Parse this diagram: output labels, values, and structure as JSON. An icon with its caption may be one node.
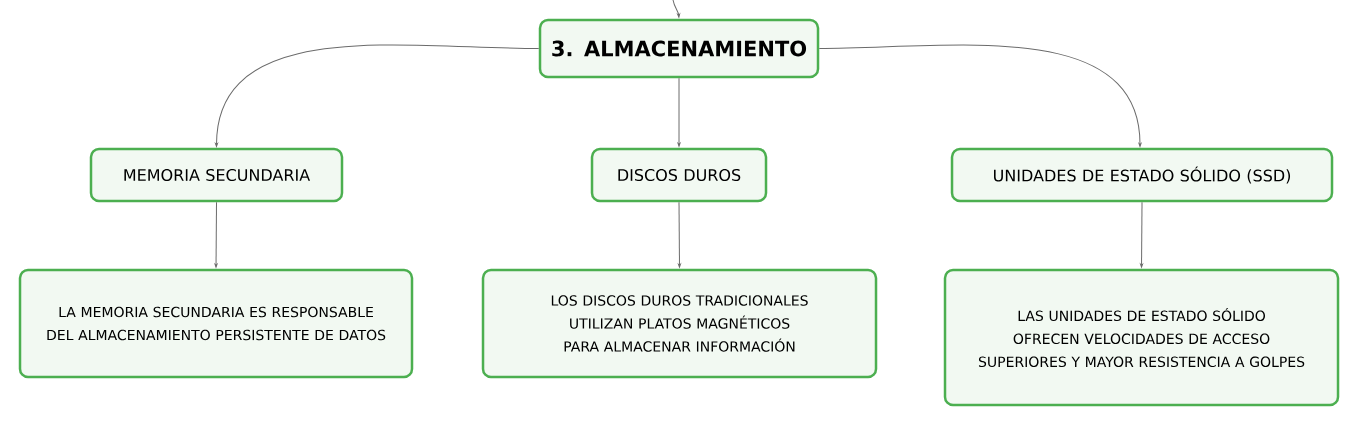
{
  "diagram": {
    "nodes": [
      {
        "text": [
          "3. ALMACENAMIENTO"
        ]
      },
      {
        "text": [
          "MEMORIA SECUNDARIA"
        ]
      },
      {
        "text": [
          "DISCOS DUROS"
        ]
      },
      {
        "text": [
          "UNIDADES DE ESTADO SÓLIDO (SSD)"
        ]
      },
      {
        "text": [
          "LA MEMORIA SECUNDARIA ES RESPONSABLE DEL ALMACENAMIENTO PERSISTENTE DE DATOS"
        ]
      },
      {
        "text": [
          "LOS DISCOS DUROS TRADICIONALES UTILIZAN PLATOS MAGNÉTICOS PARA ALMACENAR INFORMACIÓN"
        ]
      },
      {
        "text": [
          "LAS UNIDADES DE ESTADO SÓLIDO OFRECEN VELOCIDADES DE ACCESO SUPERIORES Y MAYOR RESISTENCIA A GOLPES"
        ]
      }
    ],
    "edges": [
      {
        "from": null,
        "to": 0,
        "arrow": "to"
      },
      {
        "from": 0,
        "to": 1,
        "arrow": "to"
      },
      {
        "from": 0,
        "to": 2,
        "arrow": "to"
      },
      {
        "from": 0,
        "to": 3,
        "arrow": "to"
      },
      {
        "from": 1,
        "to": 4,
        "arrow": "to"
      },
      {
        "from": 2,
        "to": 5,
        "arrow": "to"
      },
      {
        "from": 3,
        "to": 6,
        "arrow": "to"
      }
    ]
  }
}
